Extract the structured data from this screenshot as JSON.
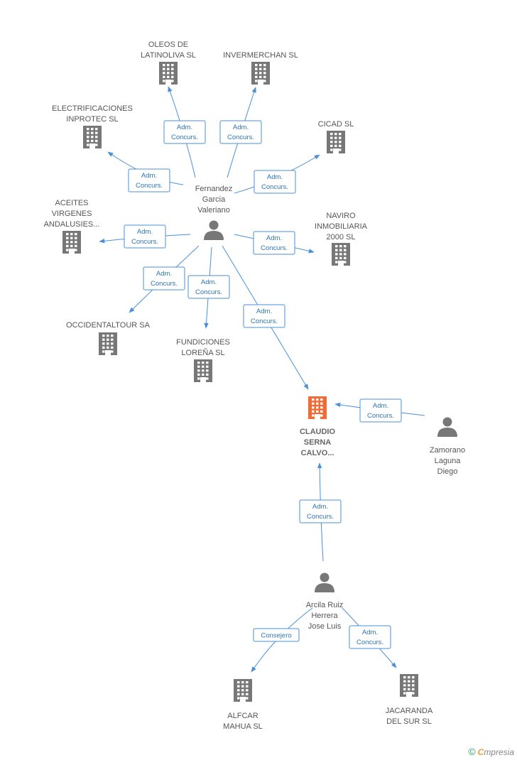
{
  "colors": {
    "person": "#777777",
    "company": "#777777",
    "focus": "#f26a36",
    "edge": "#4a90d9"
  },
  "nodes": [
    {
      "id": "oleos",
      "type": "company",
      "lines": [
        "OLEOS DE",
        "LATINOLIVA SL"
      ]
    },
    {
      "id": "invermerchan",
      "type": "company",
      "lines": [
        "INVERMERCHAN SL"
      ]
    },
    {
      "id": "electrificaciones",
      "type": "company",
      "lines": [
        "ELECTRIFICACIONES",
        "INPROTEC SL"
      ]
    },
    {
      "id": "cicad",
      "type": "company",
      "lines": [
        "CICAD SL"
      ]
    },
    {
      "id": "aceites",
      "type": "company",
      "lines": [
        "ACEITES",
        "VIRGENES",
        "ANDALUSIES..."
      ]
    },
    {
      "id": "naviro",
      "type": "company",
      "lines": [
        "NAVIRO",
        "INMOBILIARIA",
        "2000 SL"
      ]
    },
    {
      "id": "occidentaltour",
      "type": "company",
      "lines": [
        "OCCIDENTALTOUR SA"
      ]
    },
    {
      "id": "fundiciones",
      "type": "company",
      "lines": [
        "FUNDICIONES",
        "LOREÑA SL"
      ]
    },
    {
      "id": "claudio",
      "type": "focus",
      "lines": [
        "CLAUDIO",
        "SERNA",
        "CALVO..."
      ]
    },
    {
      "id": "fernandez",
      "type": "person",
      "lines": [
        "Fernandez",
        "Garcia",
        "Valeriano"
      ]
    },
    {
      "id": "zamorano",
      "type": "person",
      "lines": [
        "Zamorano",
        "Laguna",
        "Diego"
      ]
    },
    {
      "id": "arcila",
      "type": "person",
      "lines": [
        "Arcila Ruiz",
        "Herrera",
        "Jose Luis"
      ]
    },
    {
      "id": "alfcar",
      "type": "company",
      "lines": [
        "ALFCAR",
        "MAHUA SL"
      ]
    },
    {
      "id": "jacaranda",
      "type": "company",
      "lines": [
        "JACARANDA",
        "DEL SUR SL"
      ]
    }
  ],
  "edges": [
    {
      "from": "fernandez",
      "to": "oleos",
      "label": [
        "Adm.",
        "Concurs."
      ]
    },
    {
      "from": "fernandez",
      "to": "invermerchan",
      "label": [
        "Adm.",
        "Concurs."
      ]
    },
    {
      "from": "fernandez",
      "to": "electrificaciones",
      "label": [
        "Adm.",
        "Concurs."
      ]
    },
    {
      "from": "fernandez",
      "to": "cicad",
      "label": [
        "Adm.",
        "Concurs."
      ]
    },
    {
      "from": "fernandez",
      "to": "aceites",
      "label": [
        "Adm.",
        "Concurs."
      ]
    },
    {
      "from": "fernandez",
      "to": "naviro",
      "label": [
        "Adm.",
        "Concurs."
      ]
    },
    {
      "from": "fernandez",
      "to": "occidentaltour",
      "label": [
        "Adm.",
        "Concurs."
      ]
    },
    {
      "from": "fernandez",
      "to": "fundiciones",
      "label": [
        "Adm.",
        "Concurs."
      ]
    },
    {
      "from": "fernandez",
      "to": "claudio",
      "label": [
        "Adm.",
        "Concurs."
      ]
    },
    {
      "from": "zamorano",
      "to": "claudio",
      "label": [
        "Adm.",
        "Concurs."
      ]
    },
    {
      "from": "arcila",
      "to": "claudio",
      "label": [
        "Adm.",
        "Concurs."
      ]
    },
    {
      "from": "arcila",
      "to": "alfcar",
      "label": [
        "Consejero"
      ]
    },
    {
      "from": "arcila",
      "to": "jacaranda",
      "label": [
        "Adm.",
        "Concurs."
      ]
    }
  ],
  "footer": {
    "copyright": "©",
    "brand_first": "C",
    "brand_rest": "mpresia"
  }
}
